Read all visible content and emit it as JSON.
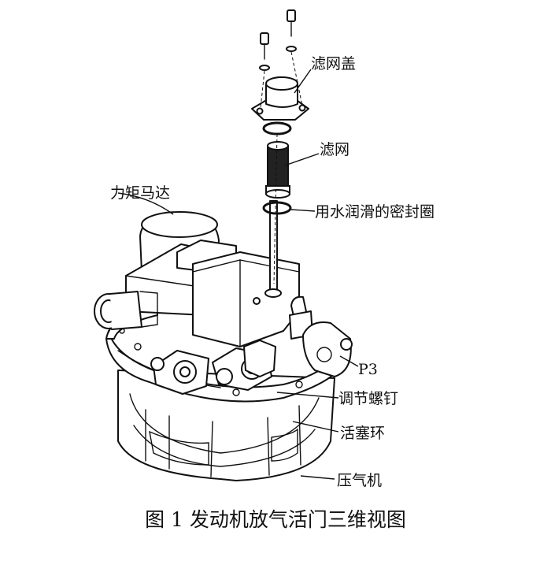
{
  "labels": {
    "filter_cover": "滤网盖",
    "filter_screen": "滤网",
    "water_lubricated_seal": "用水润滑的密封圈",
    "torque_motor": "力矩马达",
    "p3": "P3",
    "adjusting_screw": "调节螺钉",
    "piston_ring": "活塞环",
    "compressor": "压气机"
  },
  "caption": "图 1  发动机放气活门三维视图"
}
